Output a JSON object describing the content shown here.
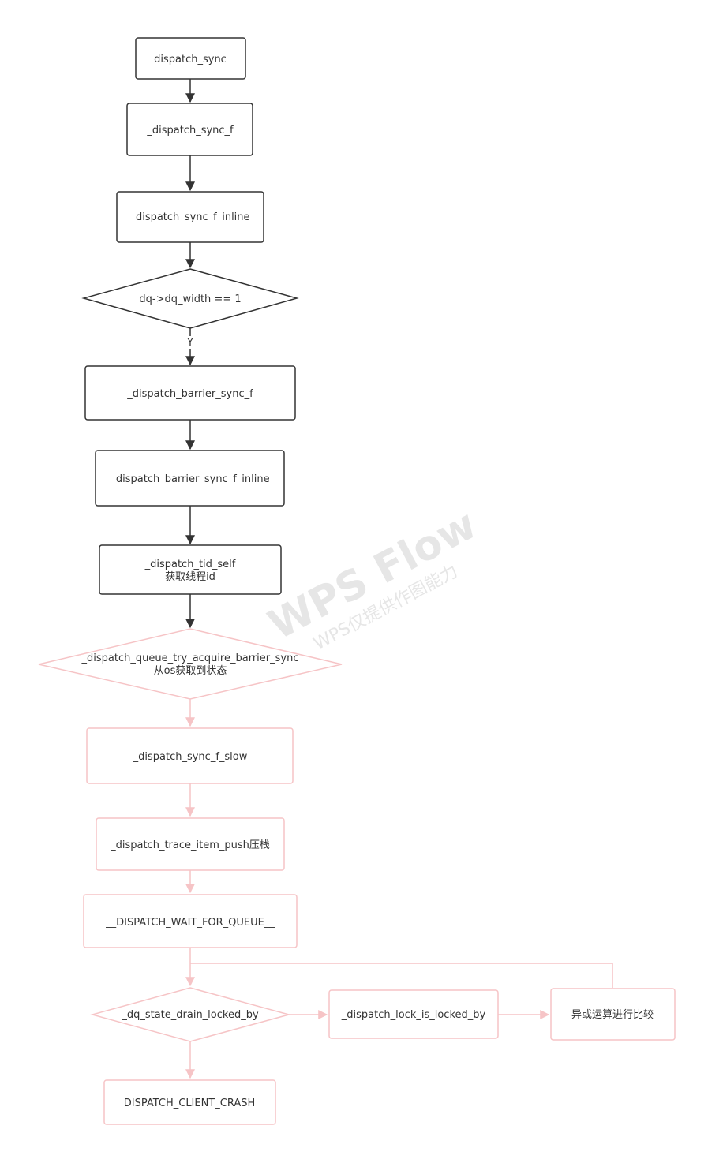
{
  "colors": {
    "dark_stroke": "#333333",
    "light_stroke": "#f6c4c6",
    "text": "#333333",
    "watermark": "#e6e6e6"
  },
  "watermark": {
    "main": "WPS Flow",
    "sub": "WPS仅提供作图能力"
  },
  "nodes": {
    "dispatch_sync": "dispatch_sync",
    "dispatch_sync_f": "_dispatch_sync_f",
    "dispatch_sync_f_inline": "_dispatch_sync_f_inline",
    "width_check": "dq->dq_width == 1",
    "width_check_yes": "Y",
    "barrier_sync_f": "_dispatch_barrier_sync_f",
    "barrier_sync_f_inline": "_dispatch_barrier_sync_f_inline",
    "tid_self": {
      "line1": "_dispatch_tid_self",
      "line2": "获取线程id"
    },
    "try_acquire": {
      "line1": "_dispatch_queue_try_acquire_barrier_sync",
      "line2": "从os获取到状态"
    },
    "sync_f_slow": "_dispatch_sync_f_slow",
    "trace_item_push": "_dispatch_trace_item_push压栈",
    "wait_for_queue": "__DISPATCH_WAIT_FOR_QUEUE__",
    "drain_locked_by": "_dq_state_drain_locked_by",
    "lock_is_locked_by": "_dispatch_lock_is_locked_by",
    "xor_compare": "异或运算进行比较",
    "client_crash": "DISPATCH_CLIENT_CRASH"
  }
}
